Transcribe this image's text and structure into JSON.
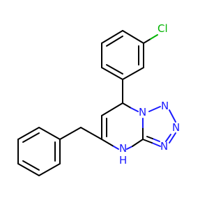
{
  "molecule": {
    "atoms": {
      "cl": "Cl",
      "n_bridge": "N",
      "n_tetrazole_1": "N",
      "n_tetrazole_2": "N",
      "n_tetrazole_3": "N",
      "nh": "N",
      "h": "H"
    },
    "colors": {
      "carbon": "#000000",
      "nitrogen": "#1a1aff",
      "chlorine": "#00b300"
    }
  }
}
